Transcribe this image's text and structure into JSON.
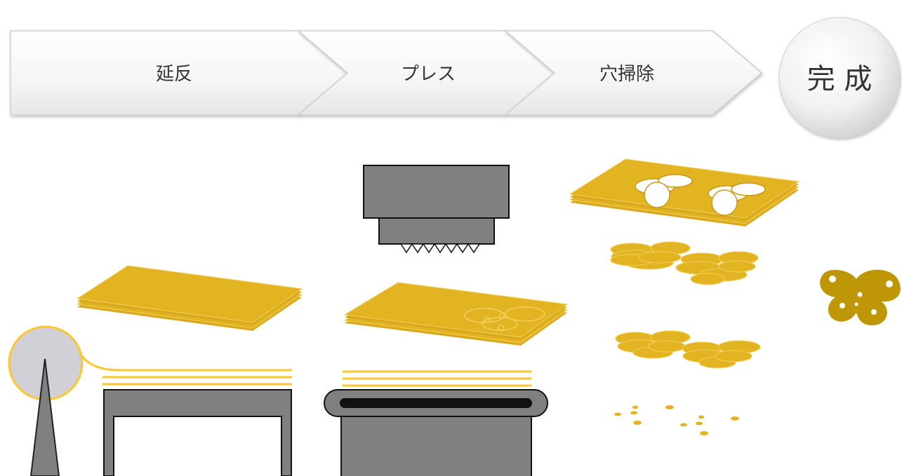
{
  "steps": [
    {
      "label": "延反"
    },
    {
      "label": "プレス"
    },
    {
      "label": "穴掃除"
    }
  ],
  "final_step": {
    "label": "完 成"
  },
  "colors": {
    "fabric": "#E3B422",
    "fabric_dark": "#C79A12",
    "fabric_line": "#FFC52E",
    "machine": "#808080",
    "roll": "#D1D0D6",
    "finished_part": "#BE9606",
    "arrow_bg": "#F4F4F4"
  },
  "icons": {
    "roll": "fabric-roll-icon",
    "press": "press-die-icon",
    "part": "butterfly-part-icon"
  }
}
